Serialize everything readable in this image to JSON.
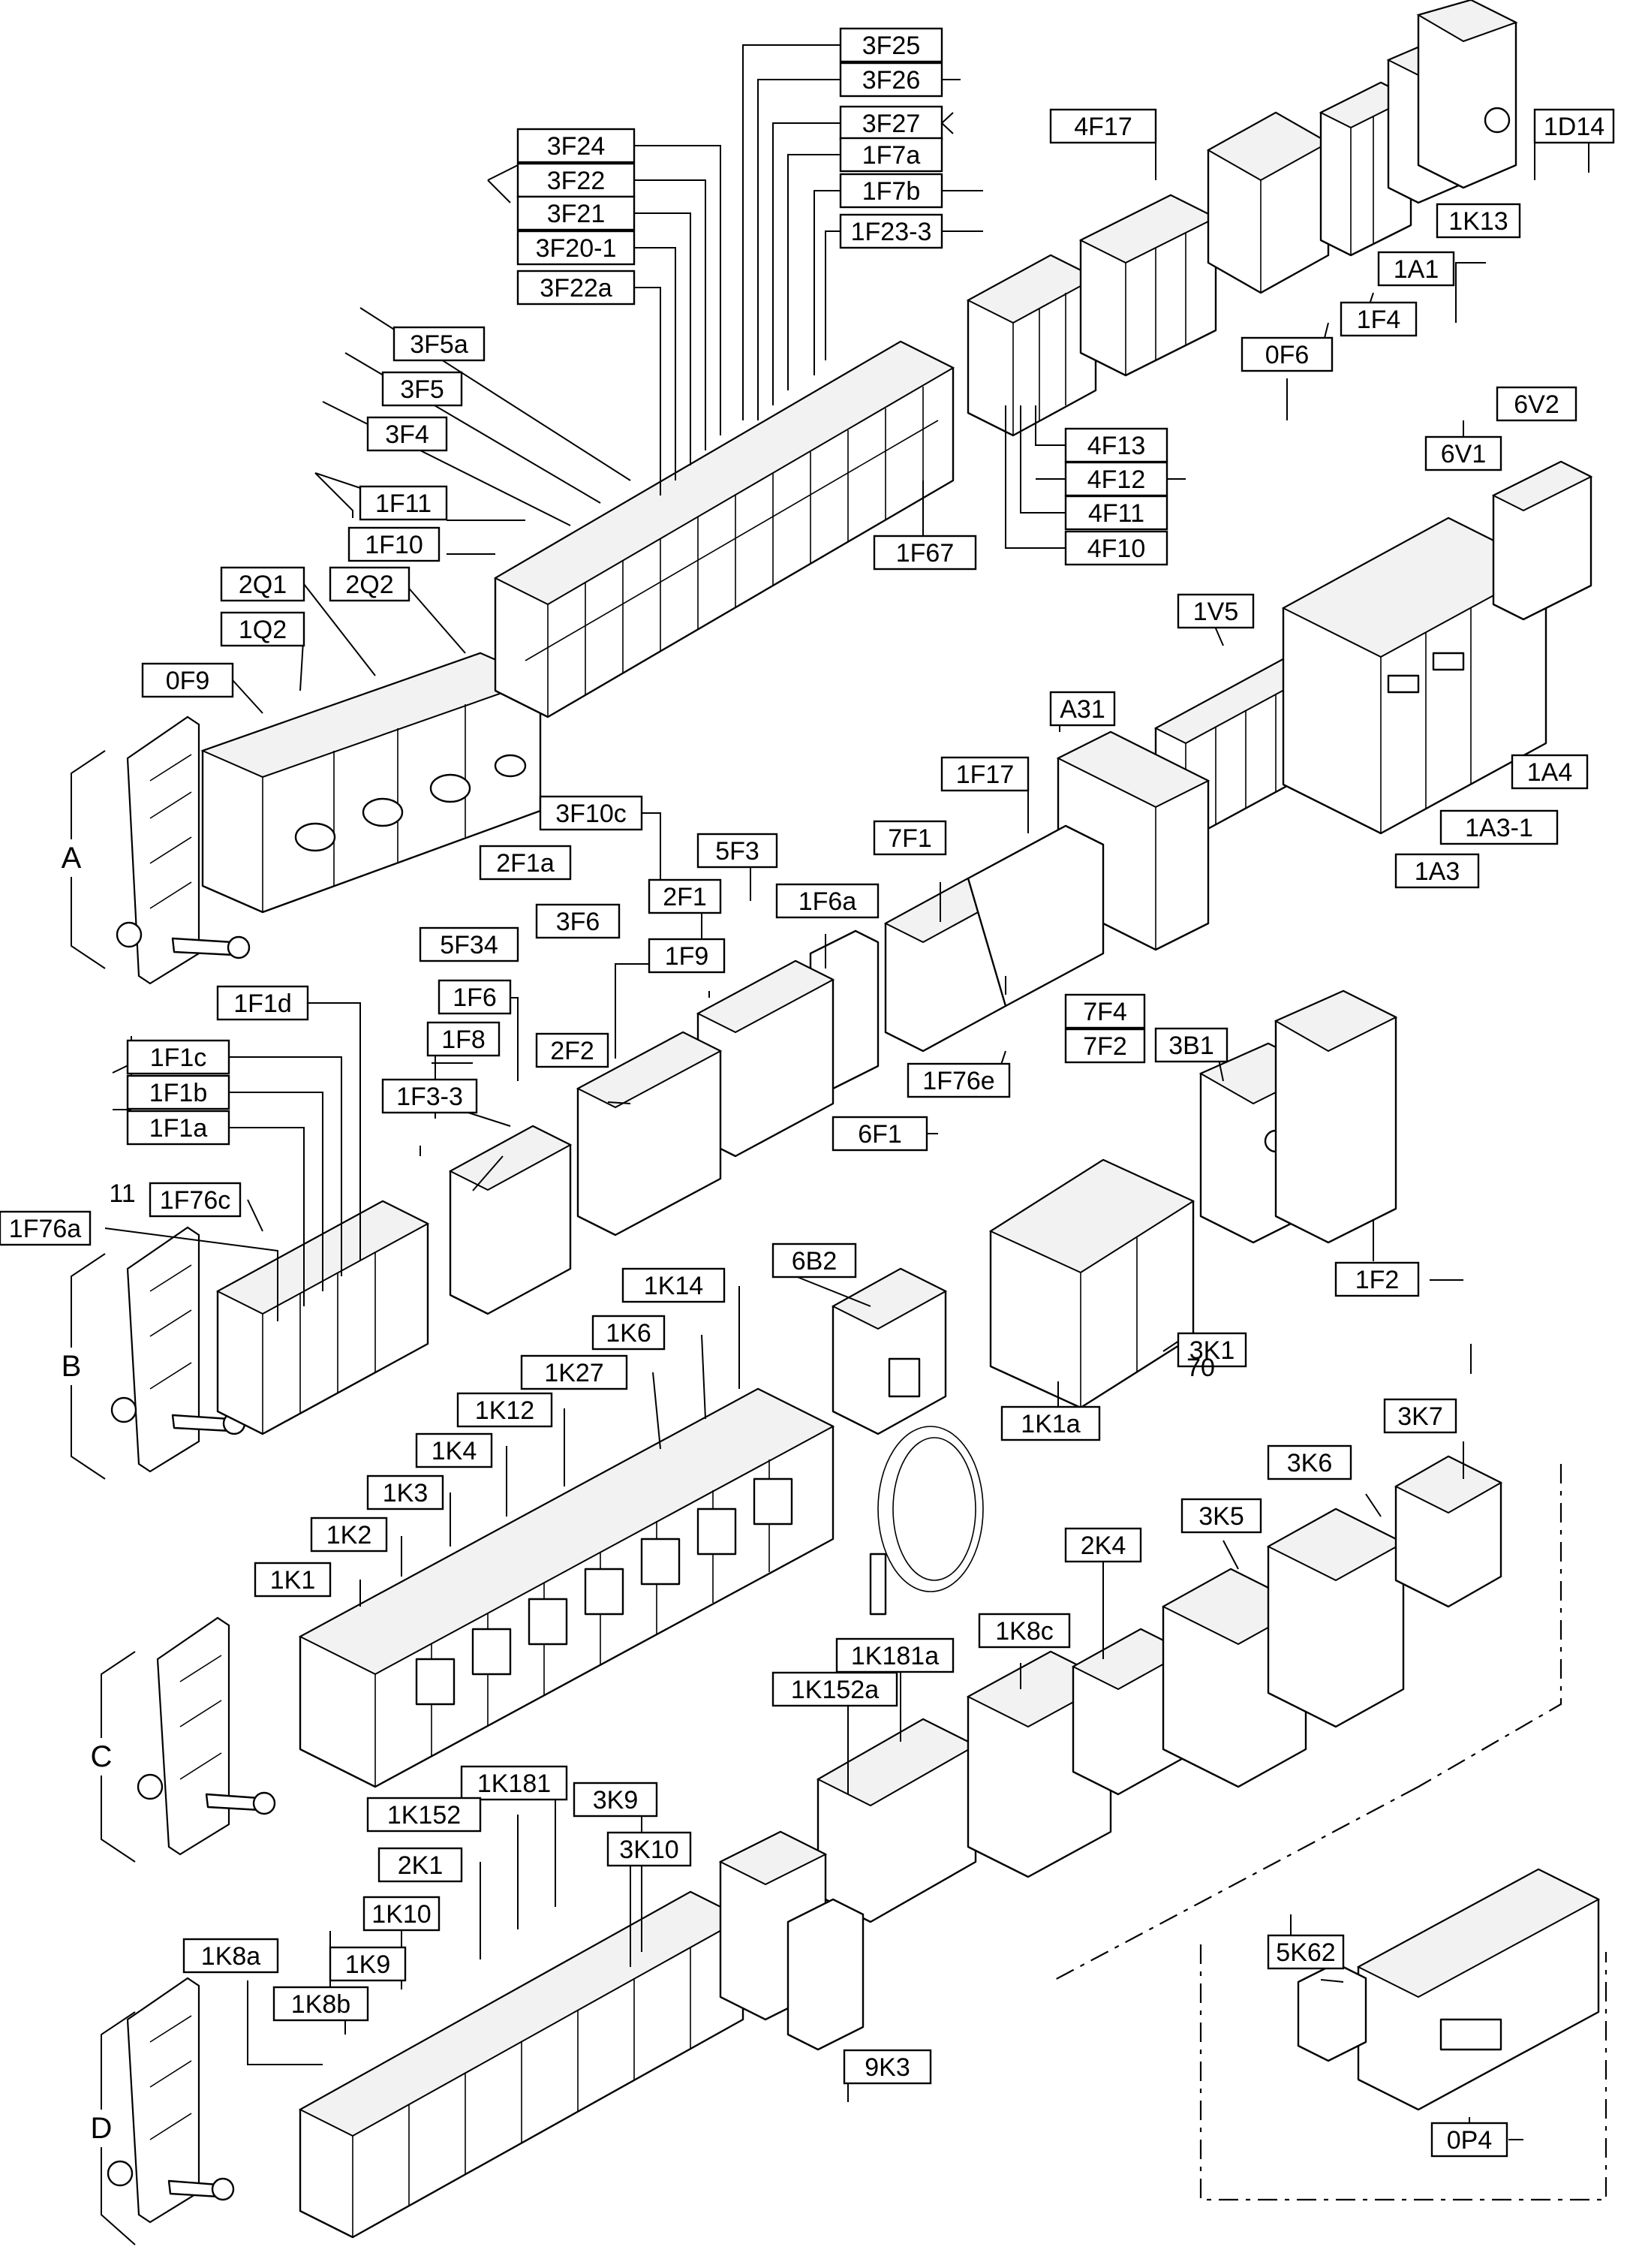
{
  "groups": [
    "A",
    "B",
    "C",
    "D"
  ],
  "labels": [
    "3F25",
    "3F26",
    "3F27",
    "1F7a",
    "3F24",
    "3F22",
    "3F21",
    "1F7b",
    "1F23-3",
    "3F20-1",
    "3F22a",
    "4F17",
    "1D14",
    "1K13",
    "1A1",
    "1F4",
    "0F6",
    "3F5a",
    "3F5",
    "3F4",
    "1F11",
    "1F10",
    "2Q1",
    "1Q2",
    "2Q2",
    "0F9",
    "1F67",
    "4F13",
    "4F12",
    "4F11",
    "4F10",
    "6V2",
    "6V1",
    "1V5",
    "A31",
    "1F17",
    "3F10c",
    "2F1a",
    "5F3",
    "2F1",
    "1F6a",
    "7F1",
    "3F6",
    "1F9",
    "5F34",
    "1F6",
    "1F8",
    "2F2",
    "1F3-3",
    "1F1d",
    "1F1c",
    "1F1b",
    "1F1a",
    "1F76c",
    "1F76a",
    "1F76e",
    "7F4",
    "7F2",
    "6F1",
    "1A4",
    "1A3-1",
    "1A3",
    "3B1",
    "1F2",
    "6B2",
    "1K14",
    "1K6",
    "1K27",
    "1K12",
    "1K4",
    "1K3",
    "1K2",
    "1K1",
    "1K1a",
    "3K1",
    "3K7",
    "3K6",
    "3K5",
    "2K4",
    "1K8c",
    "1K181a",
    "1K152a",
    "1K181",
    "3K9",
    "1K152",
    "3K10",
    "2K1",
    "1K10",
    "1K8a",
    "1K9",
    "1K8b",
    "9K3",
    "5K62",
    "0P4"
  ],
  "texts": {
    "eleven": "11",
    "seventy": "70"
  }
}
